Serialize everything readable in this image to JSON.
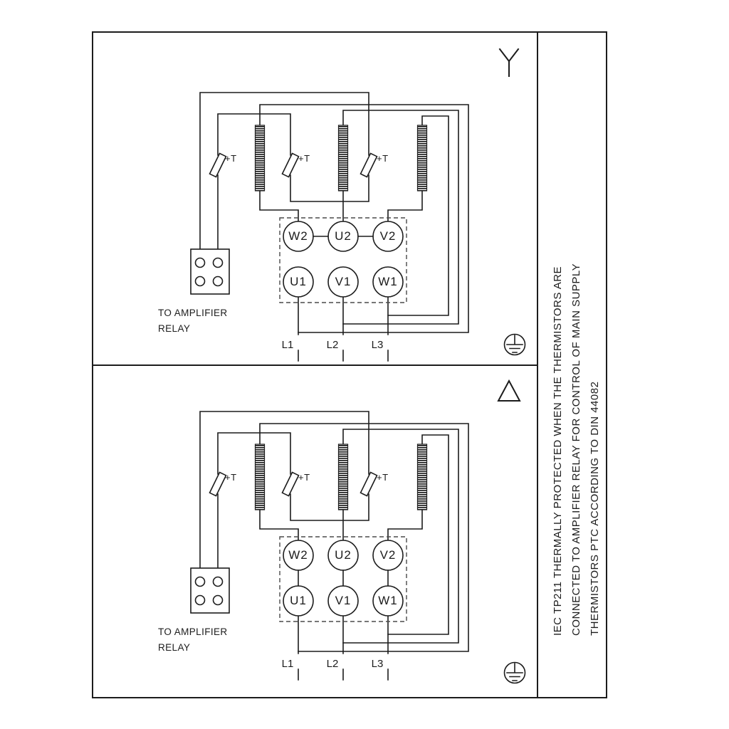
{
  "page": {
    "background": "#ffffff",
    "line_color": "#1c1c1c"
  },
  "panels": [
    {
      "connection": "star",
      "terminals_top": [
        "W2",
        "U2",
        "V2"
      ],
      "terminals_bottom": [
        "U1",
        "V1",
        "W1"
      ],
      "thermistor_label": "+T",
      "supply_labels": [
        "L1",
        "L2",
        "L3"
      ],
      "relay_note": [
        "TO AMPLIFIER",
        "RELAY"
      ]
    },
    {
      "connection": "delta",
      "terminals_top": [
        "W2",
        "U2",
        "V2"
      ],
      "terminals_bottom": [
        "U1",
        "V1",
        "W1"
      ],
      "thermistor_label": "+T",
      "supply_labels": [
        "L1",
        "L2",
        "L3"
      ],
      "relay_note": [
        "TO AMPLIFIER",
        "RELAY"
      ]
    }
  ],
  "side_note": {
    "lines": [
      "IEC TP211 THERMALLY PROTECTED WHEN THE THERMISTORS ARE",
      "CONNECTED TO AMPLIFIER RELAY FOR CONTROL OF MAIN SUPPLY",
      "THERMISTORS PTC ACCORDING TO DIN 44082"
    ]
  }
}
